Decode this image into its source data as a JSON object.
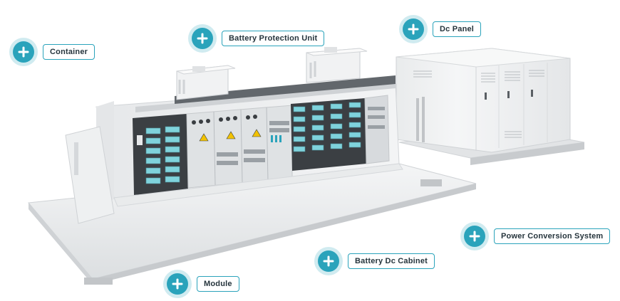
{
  "hotspots": [
    {
      "id": "container",
      "label": "Container",
      "icon": "plus-icon"
    },
    {
      "id": "battery-protection-unit",
      "label": "Battery Protection Unit",
      "icon": "plus-icon"
    },
    {
      "id": "dc-panel",
      "label": "Dc Panel",
      "icon": "plus-icon"
    },
    {
      "id": "power-conversion-system",
      "label": "Power Conversion System",
      "icon": "plus-icon"
    },
    {
      "id": "battery-dc-cabinet",
      "label": "Battery Dc Cabinet",
      "icon": "plus-icon"
    },
    {
      "id": "module",
      "label": "Module",
      "icon": "plus-icon"
    }
  ],
  "colors": {
    "accent": "#2aa3bb",
    "label_text": "#25343c",
    "structure_light": "#eef0f1",
    "structure_mid": "#d9dcde",
    "rack_dark": "#3b3f43",
    "battery_module": "#7fd3dc"
  }
}
